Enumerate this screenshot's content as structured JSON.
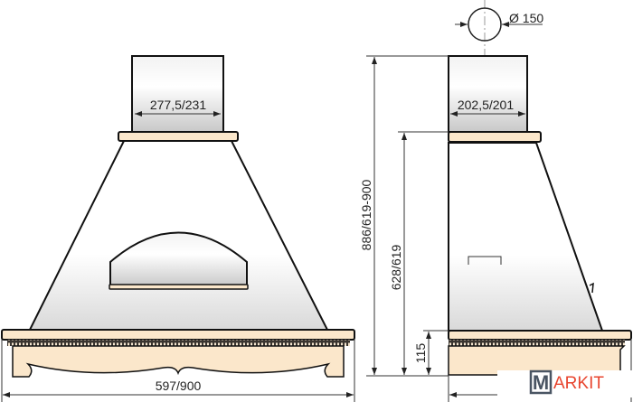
{
  "title": "Range hood dimension drawing",
  "front_view": {
    "chimney_width": "277,5/231",
    "overall_width": "597/900"
  },
  "side_view": {
    "duct_diameter": "Ø 150",
    "chimney_depth": "202,5/201",
    "total_height": "886/619-900",
    "body_height": "628/619",
    "cornice_height": "115"
  },
  "logo": {
    "text": "MARKIT",
    "first_letter": "M",
    "rest": "ARKIT"
  },
  "colors": {
    "outline": "#111111",
    "trim": "#fbe7cb",
    "logo_dark": "#4a5563",
    "logo_red": "#e8452f"
  }
}
